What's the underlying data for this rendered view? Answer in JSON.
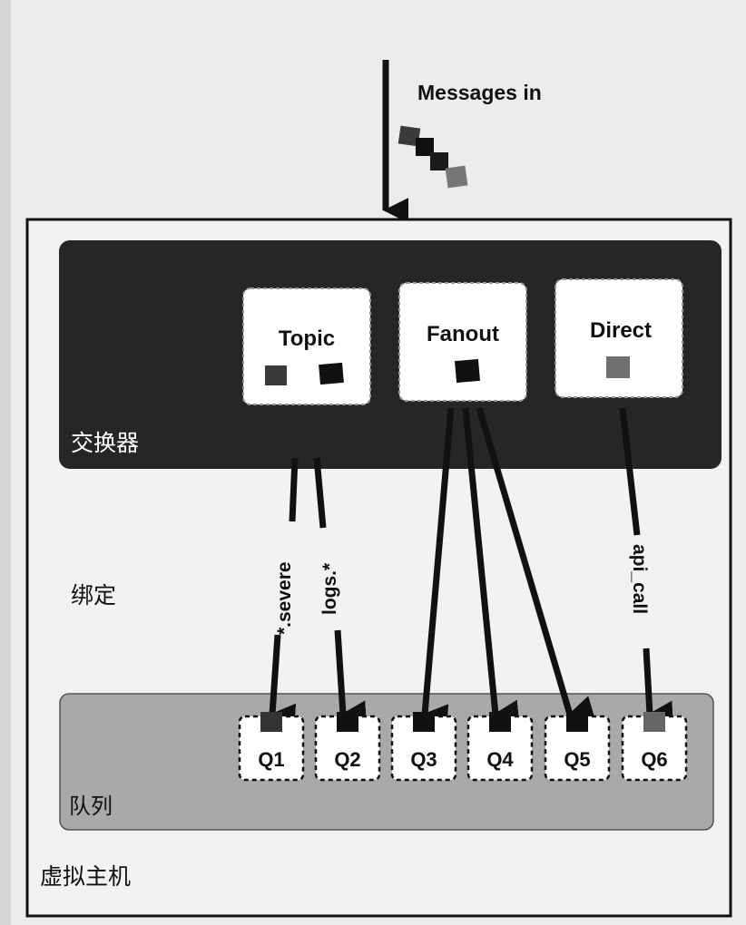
{
  "incoming_label": "Messages in",
  "vhost_label": "虚拟主机",
  "exchanges_label": "交换器",
  "bindings_label": "绑定",
  "queues_label": "队列",
  "exchanges": [
    {
      "name": "Topic"
    },
    {
      "name": "Fanout"
    },
    {
      "name": "Direct"
    }
  ],
  "binding_keys": [
    "*.severe",
    "logs.*",
    "api_call"
  ],
  "queues": [
    "Q1",
    "Q2",
    "Q3",
    "Q4",
    "Q5",
    "Q6"
  ],
  "colors": {
    "exchange_panel": "#262626",
    "queue_panel": "#a9a9a9",
    "paper": "#ececec",
    "ink": "#111111"
  }
}
